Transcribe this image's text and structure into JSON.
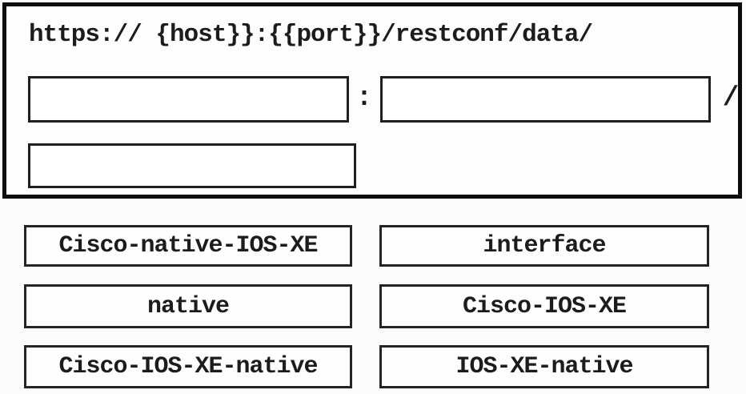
{
  "panel": {
    "url_template": "https:// {host}}:{{port}}/restconf/data/",
    "colon": ":",
    "slash": "/"
  },
  "drop_zones": [
    {
      "value": ""
    },
    {
      "value": ""
    },
    {
      "value": ""
    }
  ],
  "options": [
    {
      "label": "Cisco-native-IOS-XE"
    },
    {
      "label": "interface"
    },
    {
      "label": "native"
    },
    {
      "label": "Cisco-IOS-XE"
    },
    {
      "label": "Cisco-IOS-XE-native"
    },
    {
      "label": "IOS-XE-native"
    }
  ],
  "colors": {
    "outer_border": "#0d0d0d",
    "inner_border": "#1f1f1f",
    "text": "#1c1c1c",
    "background": "#fbfbfb",
    "box_fill": "#ffffff"
  }
}
